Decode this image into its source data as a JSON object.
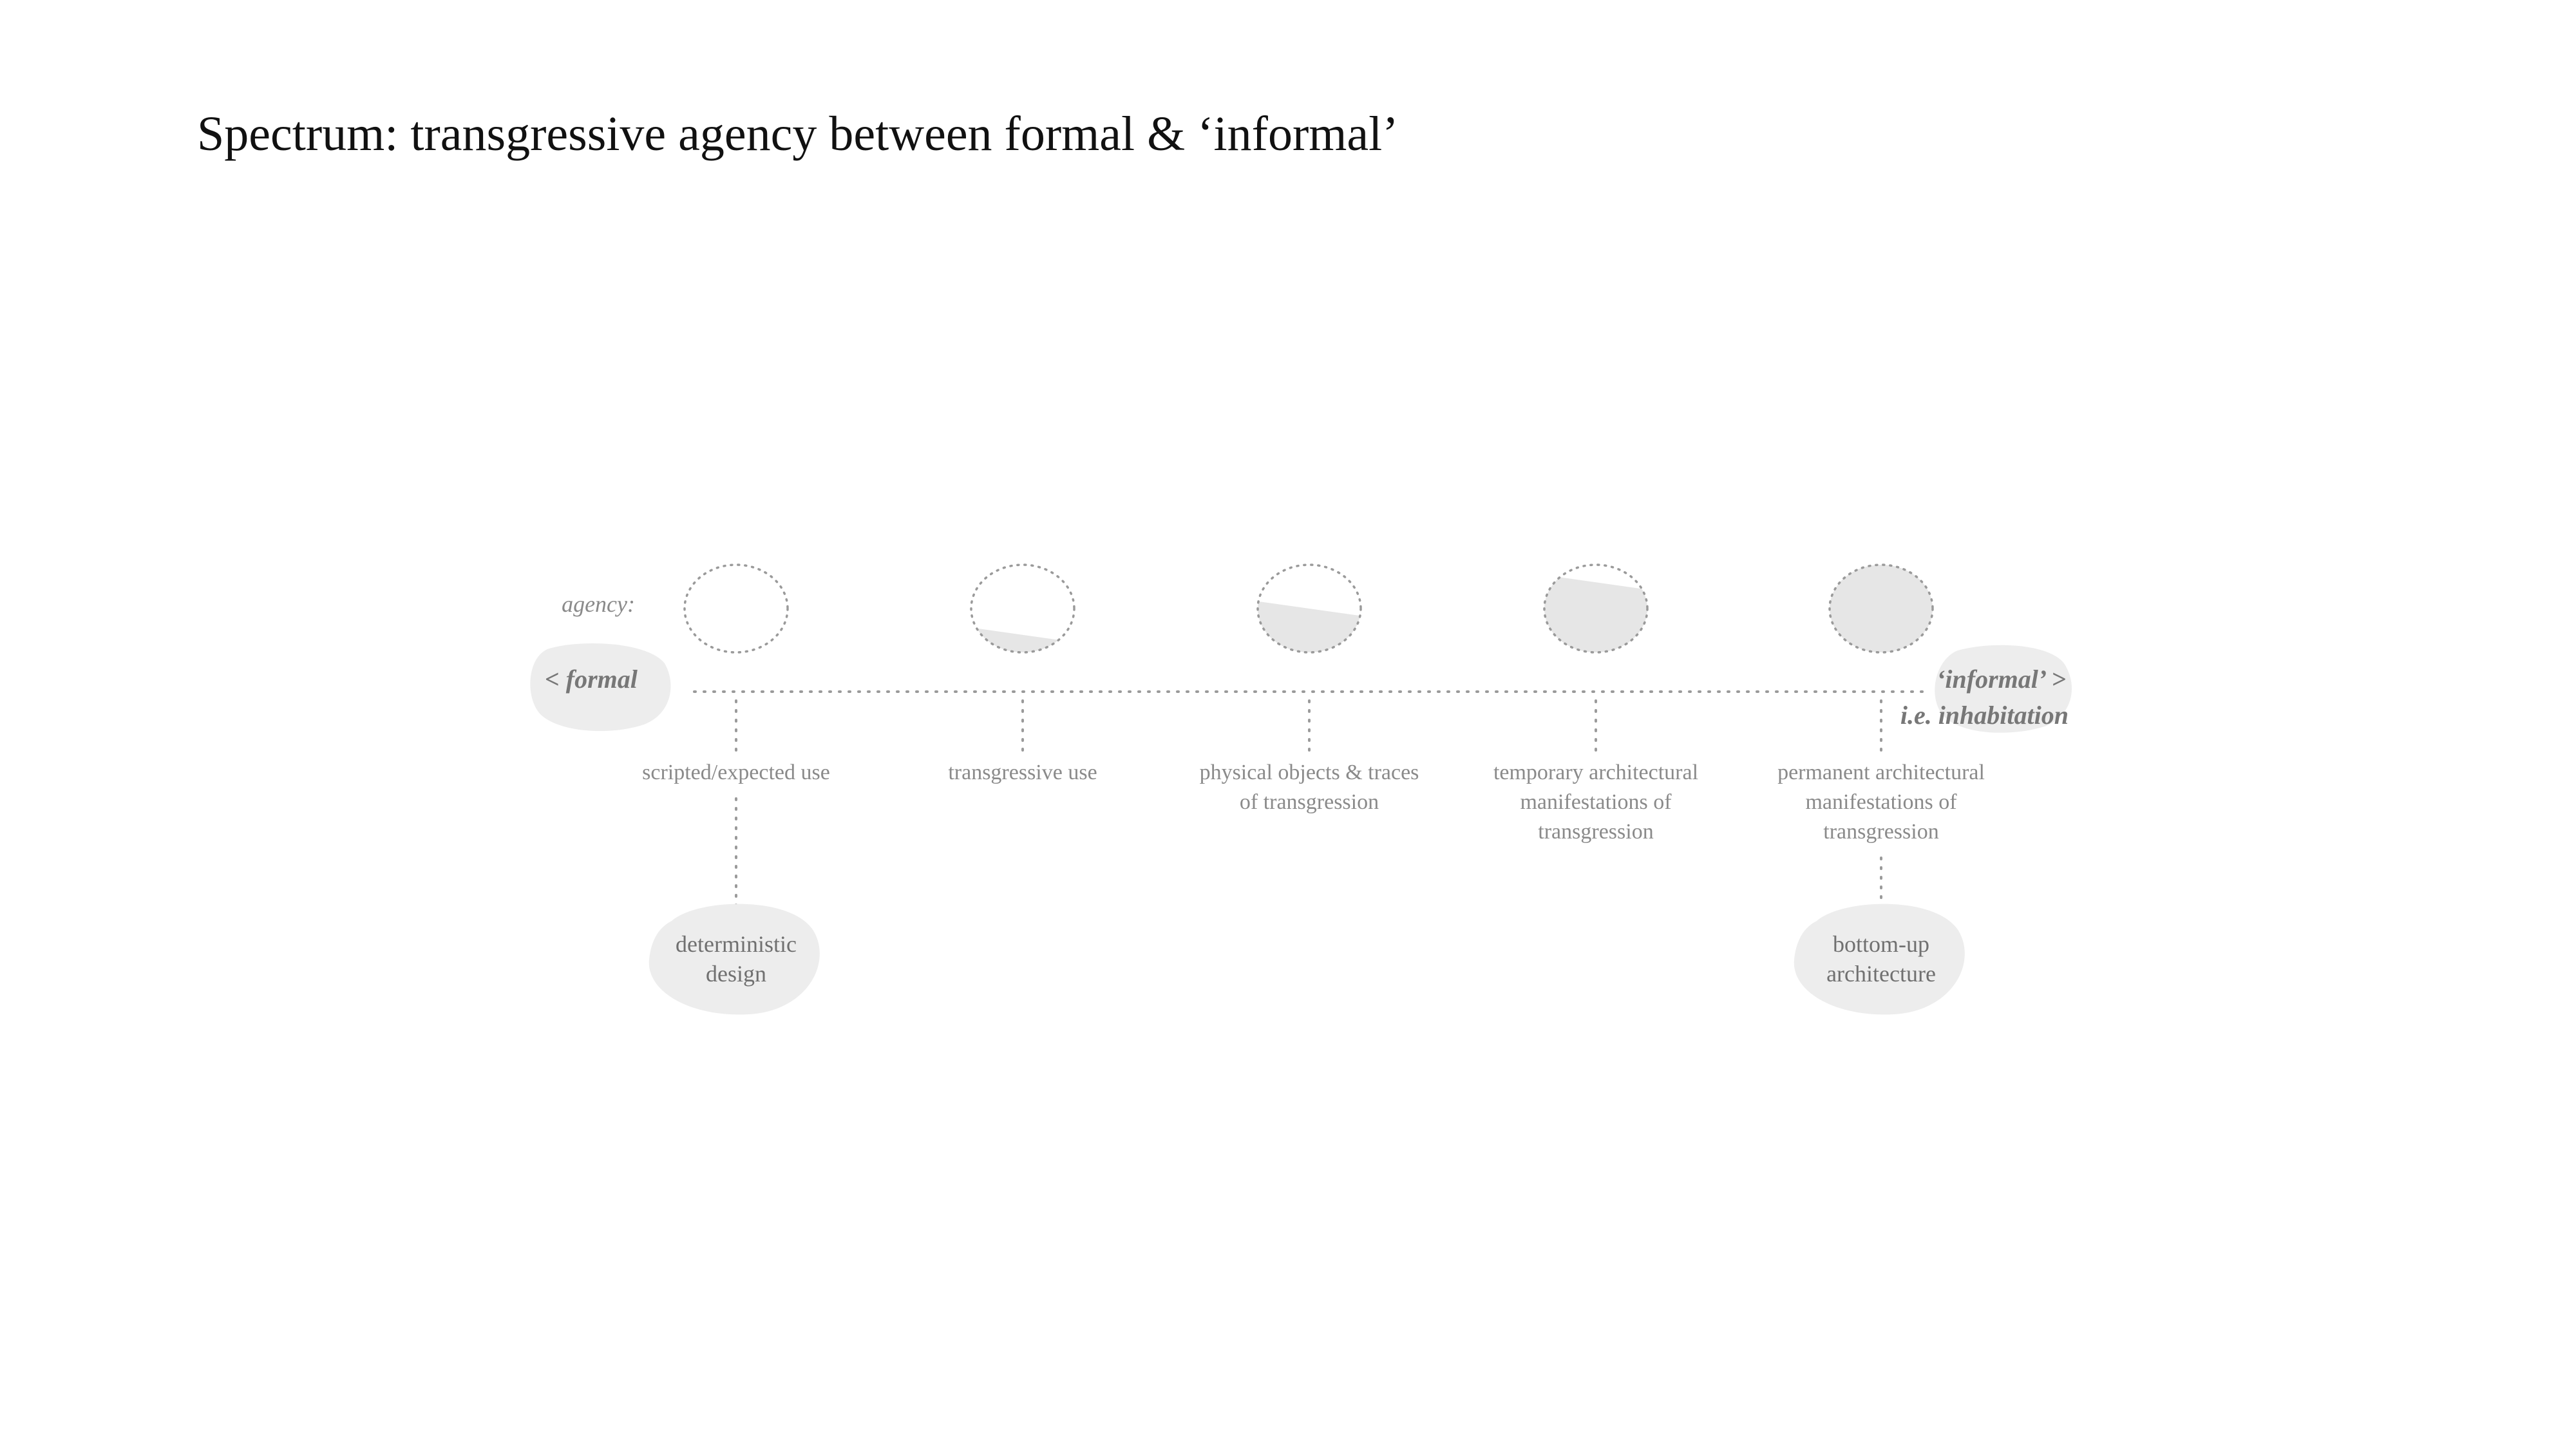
{
  "slide": {
    "title": "Spectrum: transgressive agency between formal & ‘informal’"
  },
  "diagram": {
    "agency_label": "agency:",
    "left_end": "< formal",
    "right_end": {
      "line1": "‘informal’ >",
      "line2": "i.e. inhabitation"
    },
    "stages": [
      {
        "lines": [
          "scripted/expected use"
        ],
        "agency_fill": 0.0
      },
      {
        "lines": [
          "transgressive use"
        ],
        "agency_fill": 0.2
      },
      {
        "lines": [
          "physical objects & traces",
          "of transgression"
        ],
        "agency_fill": 0.5
      },
      {
        "lines": [
          "temporary architectural",
          "manifestations of",
          "transgression"
        ],
        "agency_fill": 0.8
      },
      {
        "lines": [
          "permanent architectural",
          "manifestations of",
          "transgression"
        ],
        "agency_fill": 1.0
      }
    ],
    "outcomes": [
      {
        "stage": 0,
        "lines": [
          "deterministic",
          "design"
        ]
      },
      {
        "stage": 4,
        "lines": [
          "bottom-up",
          "architecture"
        ]
      }
    ],
    "colors": {
      "text": "#8a8a8a",
      "fill": "#e6e6e6",
      "blob": "#ededed",
      "dots": "#9a9a9a"
    }
  }
}
